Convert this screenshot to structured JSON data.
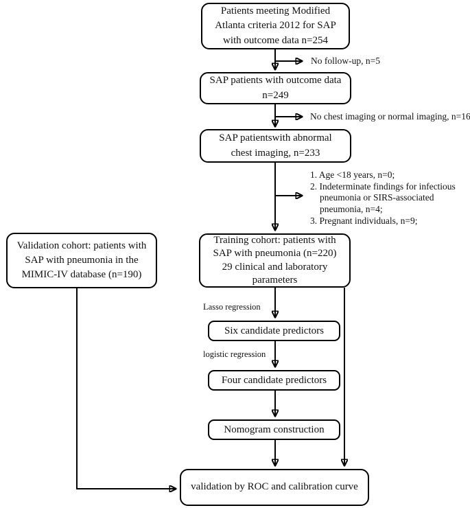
{
  "flow": {
    "boxes": {
      "atlanta": "Patients meeting  Modified\nAtlanta criteria 2012 for SAP\nwith outcome data n=254",
      "outcome": "SAP patients with outcome data\nn=249",
      "imaging": "SAP patientswith abnormal\nchest imaging, n=233",
      "training": "Training cohort: patients with\nSAP with pneumonia (n=220)\n29 clinical and laboratory\nparameters",
      "validation": "Validation cohort: patients with\nSAP with pneumonia in the\nMIMIC-IV database (n=190)",
      "six_predictors": "Six candidate predictors",
      "four_predictors": "Four candidate predictors",
      "nomogram": "Nomogram construction",
      "final_validation": "validation by ROC and calibration curve"
    },
    "side": {
      "no_followup": "No follow-up, n=5",
      "no_imaging": "No chest imaging or normal imaging, n=16",
      "exclusions": [
        "1. Age <18 years, n=0;",
        "2. Indeterminate findings for infectious pneumonia or SIRS-associated pneumonia, n=4;",
        "3. Pregnant individuals, n=9;"
      ]
    },
    "labels": {
      "lasso": "Lasso regression",
      "logistic": "logistic regression"
    },
    "colors": {
      "line": "#000000",
      "background": "#ffffff",
      "text": "#111111"
    }
  }
}
